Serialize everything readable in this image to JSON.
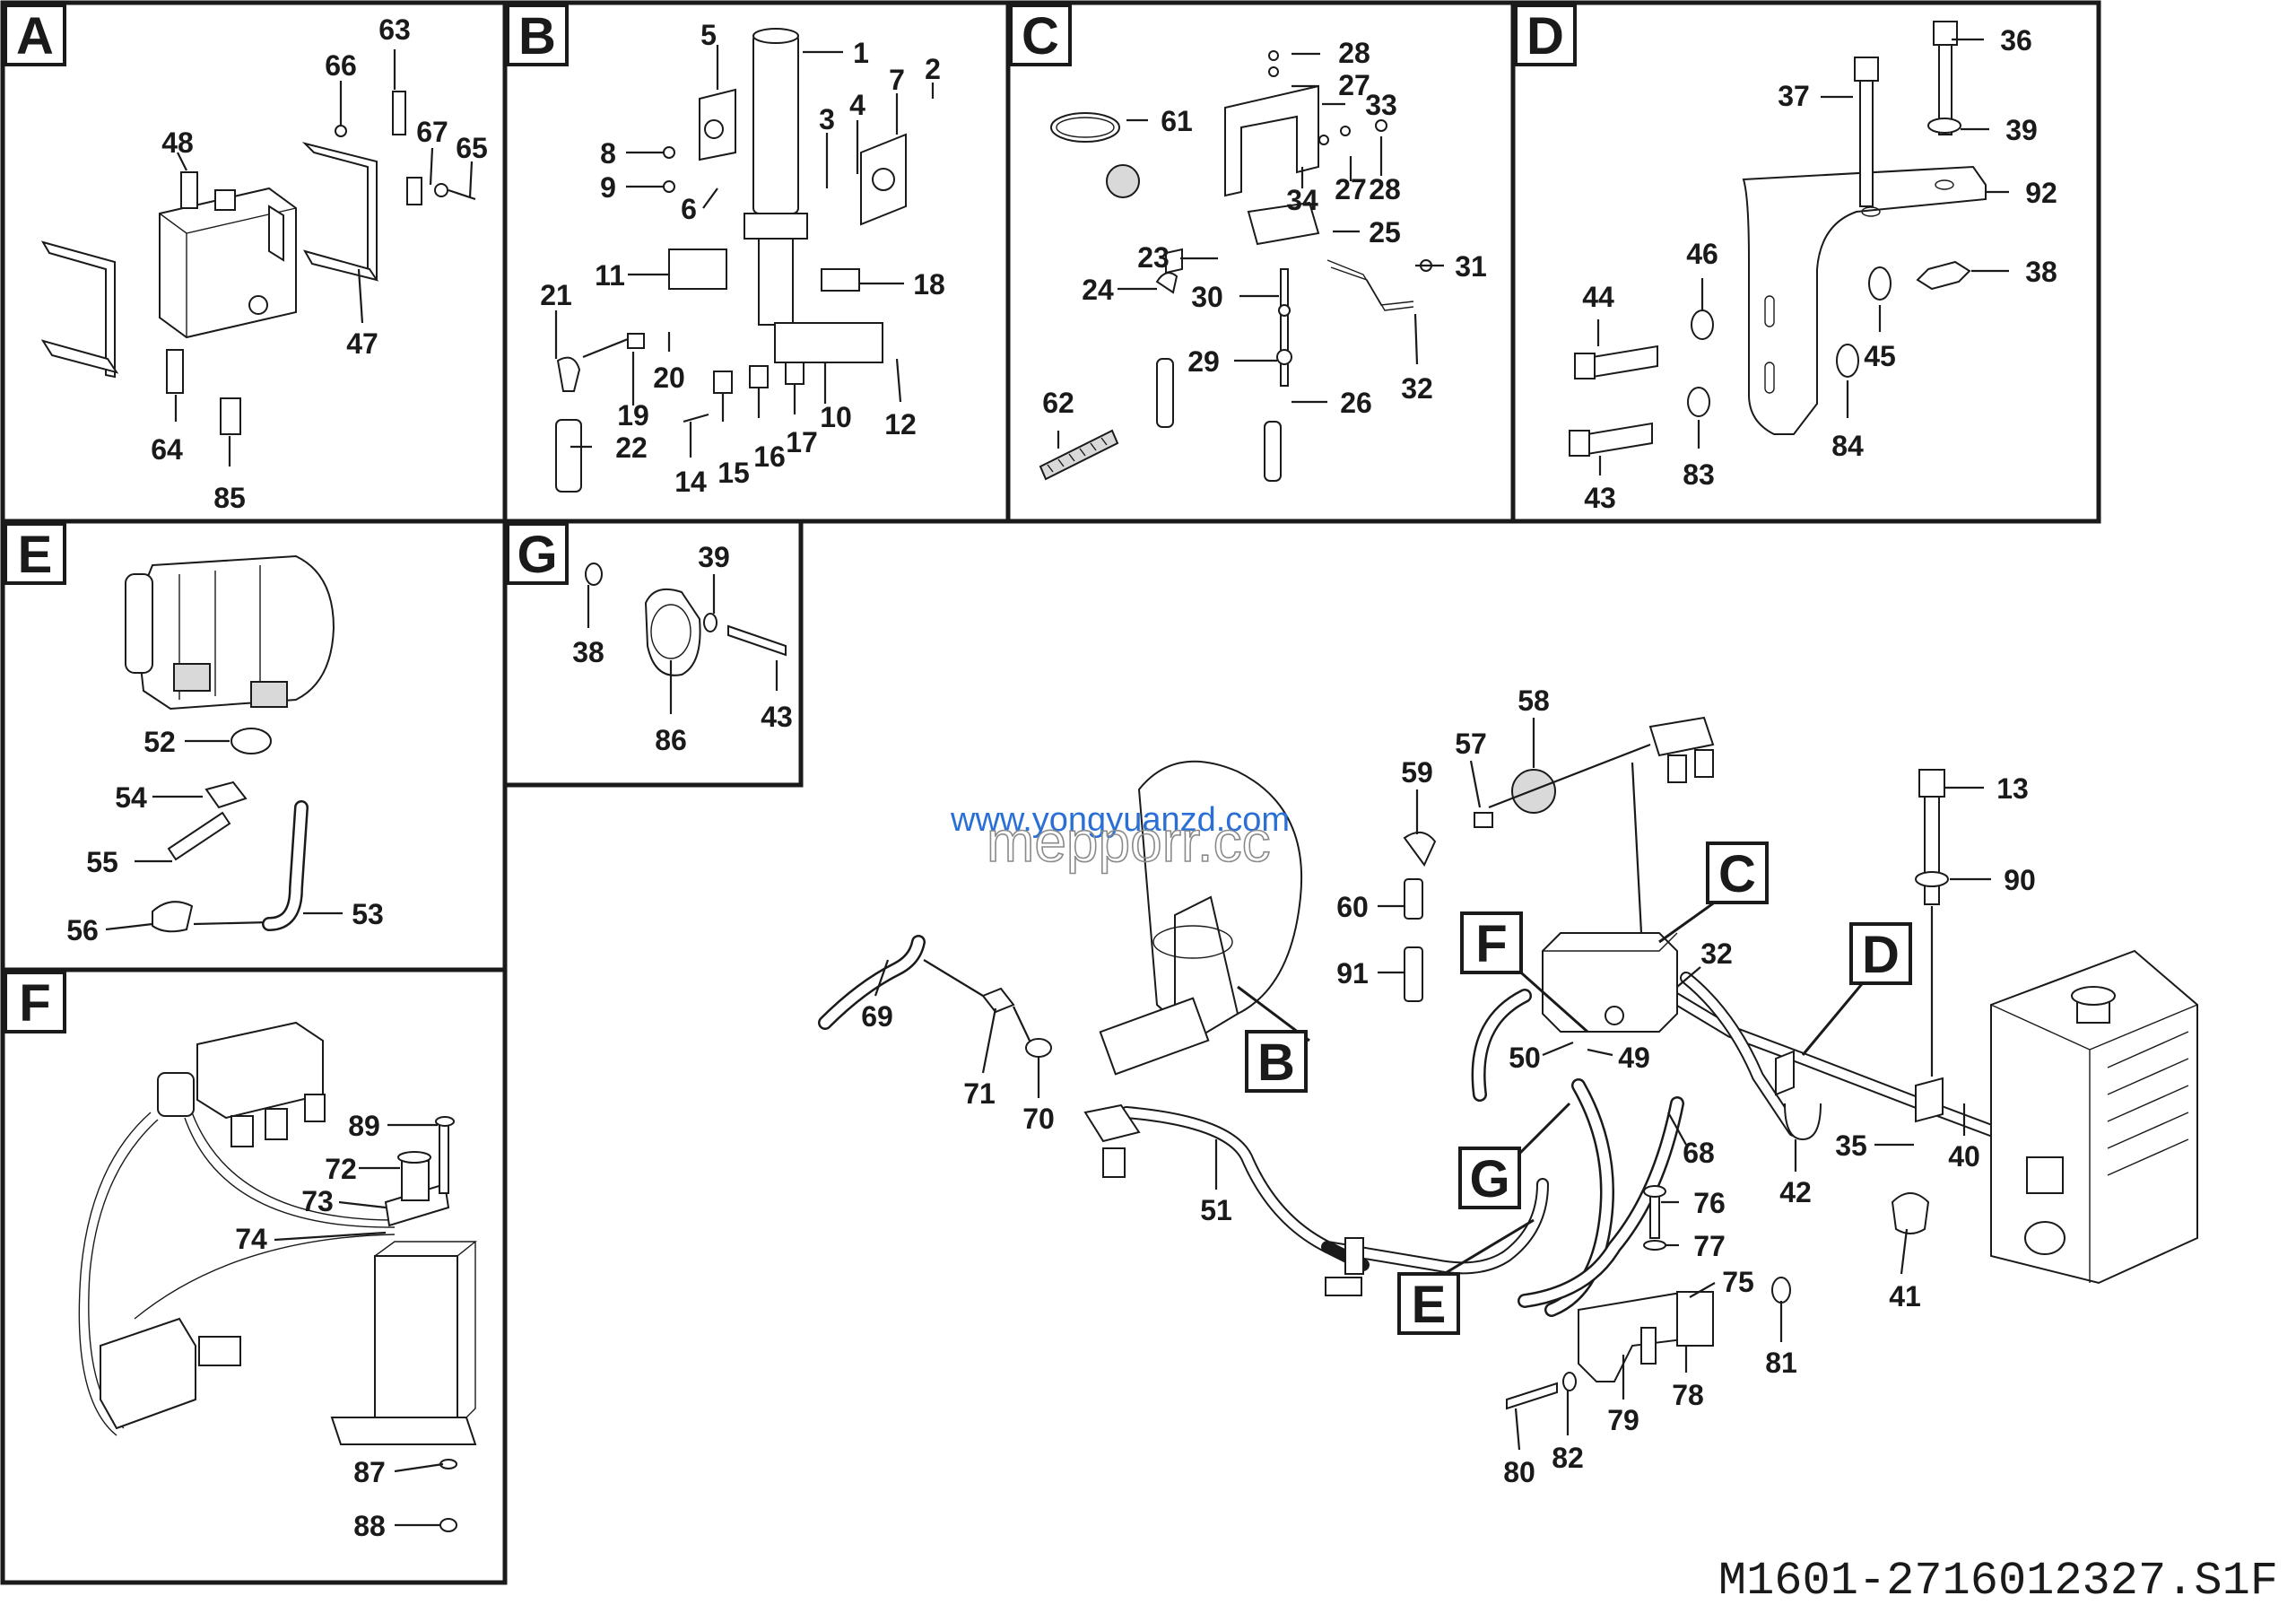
{
  "panels": {
    "A": {
      "letter": "A",
      "labels": [
        "63",
        "66",
        "48",
        "67",
        "65",
        "47",
        "64",
        "85"
      ]
    },
    "B": {
      "letter": "B",
      "labels": [
        "5",
        "1",
        "2",
        "7",
        "3",
        "4",
        "8",
        "9",
        "6",
        "11",
        "18",
        "21",
        "20",
        "19",
        "22",
        "14",
        "15",
        "16",
        "17",
        "10",
        "12"
      ]
    },
    "C": {
      "letter": "C",
      "labels": [
        "28",
        "27",
        "61",
        "33",
        "34",
        "27",
        "28",
        "25",
        "23",
        "31",
        "24",
        "30",
        "32",
        "62",
        "29",
        "26"
      ]
    },
    "D": {
      "letter": "D",
      "labels": [
        "36",
        "37",
        "39",
        "92",
        "46",
        "38",
        "44",
        "45",
        "84",
        "43",
        "83"
      ]
    },
    "E": {
      "letter": "E",
      "labels": [
        "52",
        "54",
        "55",
        "56",
        "53"
      ]
    },
    "F": {
      "letter": "F",
      "labels": [
        "89",
        "72",
        "73",
        "74",
        "87",
        "88"
      ]
    },
    "G": {
      "letter": "G",
      "labels": [
        "39",
        "38",
        "43",
        "86"
      ]
    }
  },
  "main": {
    "callouts": [
      "B",
      "C",
      "D",
      "E",
      "F",
      "G"
    ],
    "labels": [
      "58",
      "59",
      "57",
      "13",
      "90",
      "60",
      "91",
      "32",
      "69",
      "71",
      "70",
      "50",
      "49",
      "51",
      "68",
      "35",
      "40",
      "42",
      "76",
      "77",
      "75",
      "41",
      "81",
      "79",
      "78",
      "80",
      "82"
    ]
  },
  "watermark": {
    "url": "www.yongyuanzd.com",
    "brand": "mepporr.cc"
  },
  "drawing_code": "M1601-2716012327.S1F"
}
